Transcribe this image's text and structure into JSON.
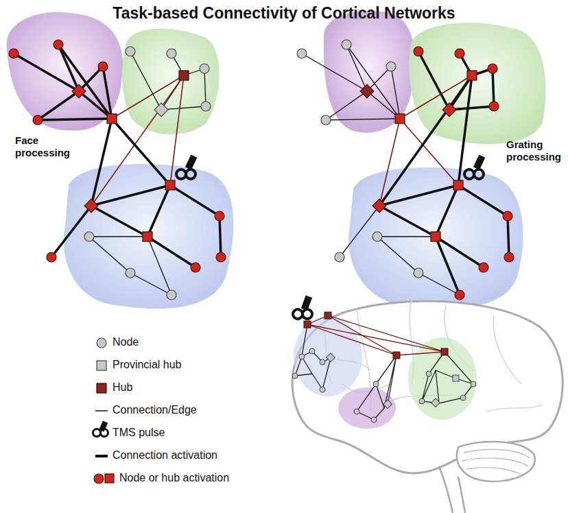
{
  "diagram": {
    "title": "Task-based Connectivity of Cortical Networks",
    "labels": [
      "Face processing",
      "Grating processing"
    ],
    "legend": [
      {
        "text": "Node"
      },
      {
        "text": "Provincial hub"
      },
      {
        "text": "Hub"
      },
      {
        "text": "Connection/Edge"
      },
      {
        "text": "TMS pulse"
      },
      {
        "text": "Connection activation"
      },
      {
        "text": "Node or hub activation"
      }
    ]
  }
}
